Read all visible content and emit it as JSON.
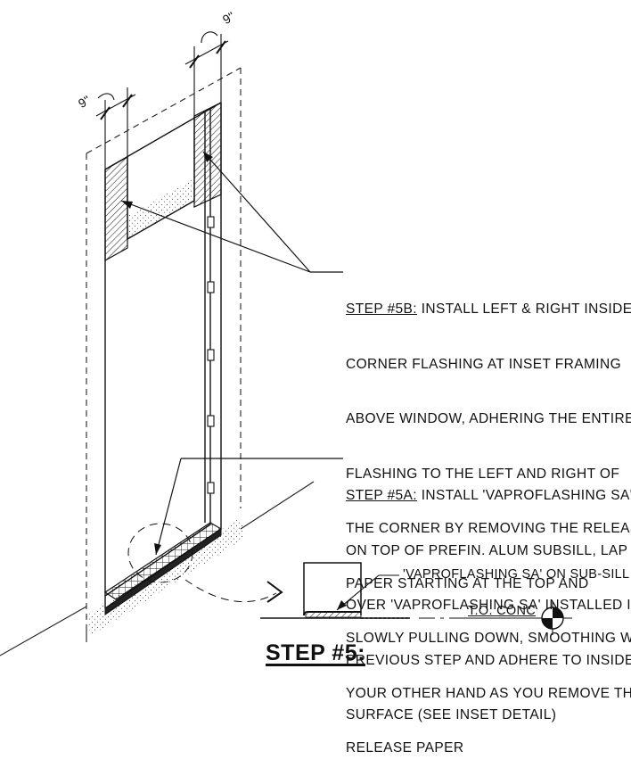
{
  "dimensions": {
    "left": "9\"",
    "right": "9\""
  },
  "step5b": {
    "lead": "STEP #5B:",
    "lines": [
      " INSTALL LEFT & RIGHT INSIDE",
      "CORNER FLASHING AT INSET FRAMING",
      "ABOVE WINDOW, ADHERING THE ENTIRE",
      "FLASHING TO THE LEFT AND RIGHT OF",
      "THE CORNER BY REMOVING THE RELEASE",
      "PAPER STARTING AT THE TOP AND",
      "SLOWLY PULLING DOWN, SMOOTHING WITH",
      "YOUR OTHER HAND AS YOU REMOVE THE",
      "RELEASE PAPER"
    ]
  },
  "step5a": {
    "lead": "STEP #5A:",
    "lines": [
      " INSTALL 'VAPROFLASHING SA'",
      "ON TOP OF PREFIN. ALUM SUBSILL, LAP",
      "OVER 'VAPROFLASHING SA' INSTALLED IN",
      "PREVIOUS STEP AND ADHERE TO INSIDE",
      "SURFACE (SEE INSET DETAIL)"
    ]
  },
  "inset": {
    "callout": "'VAPROFLASHING SA' ON SUB-SILL",
    "datum": "T.O. CONC"
  },
  "title": "STEP #5:"
}
